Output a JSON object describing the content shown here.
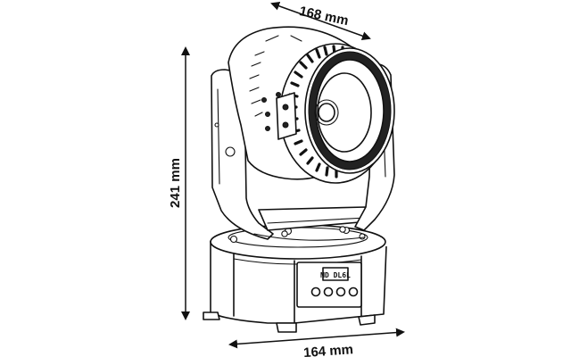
{
  "dimensions": {
    "width_top": "168 mm",
    "height": "241 mm",
    "width_bottom": "164 mm"
  },
  "display": {
    "text": "MD DL6L"
  },
  "colors": {
    "line": "#111111",
    "background": "#ffffff"
  }
}
